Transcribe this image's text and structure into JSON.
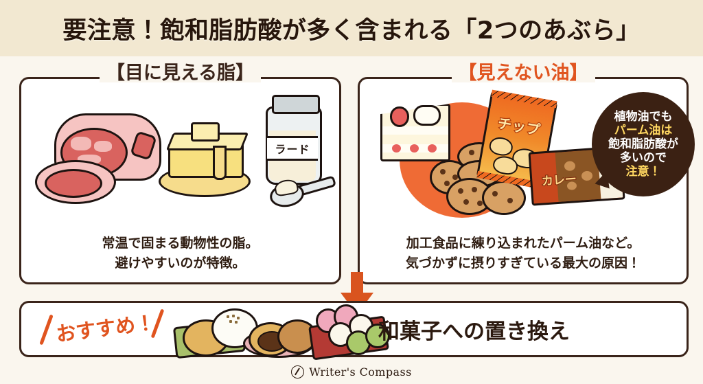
{
  "header": {
    "title": "要注意！飽和脂肪酸が多く含まれる「2つのあぶら」"
  },
  "panels": {
    "left": {
      "heading": "【目に見える脂】",
      "caption_line1": "常温で固まる動物性の脂。",
      "caption_line2": "避けやすいのが特徴。",
      "illustrations": {
        "meat": "pork-block",
        "butter": "melting-butter",
        "lard_jar_label": "ラード"
      }
    },
    "right": {
      "heading": "【見えない油】",
      "caption_line1": "加工食品に練り込まれたパーム油など。",
      "caption_line2": "気づかずに摂りすぎている最大の原因！",
      "illustrations": {
        "cake": "strawberry-shortcake",
        "cookies": "chocolate-chip-cookies",
        "chip_bag_label": "チップ",
        "curry_box_label": "カレー"
      }
    }
  },
  "bubble": {
    "lines": [
      {
        "text": "植物油でも",
        "color": "white"
      },
      {
        "text": "パーム油は",
        "color": "yellow"
      },
      {
        "text": "飽和脂肪酸が",
        "color": "white"
      },
      {
        "text": "多いので",
        "color": "white"
      },
      {
        "text": "注意！",
        "color": "yellow"
      }
    ]
  },
  "banner": {
    "recommend_label": "おすすめ！",
    "title": "和菓子への置き換え",
    "illustration": "wagashi-assortment"
  },
  "footer": {
    "brand": "Writer's Compass",
    "icon": "compass-icon"
  },
  "colors": {
    "header_band": "#f2e8d1",
    "page_background": "#faf6ee",
    "dark_brown": "#3a241a",
    "accent_orange": "#e0541f",
    "arrow_orange": "#d9541f",
    "bubble_bg": "#3b2113",
    "bubble_yellow": "#ffd761"
  }
}
